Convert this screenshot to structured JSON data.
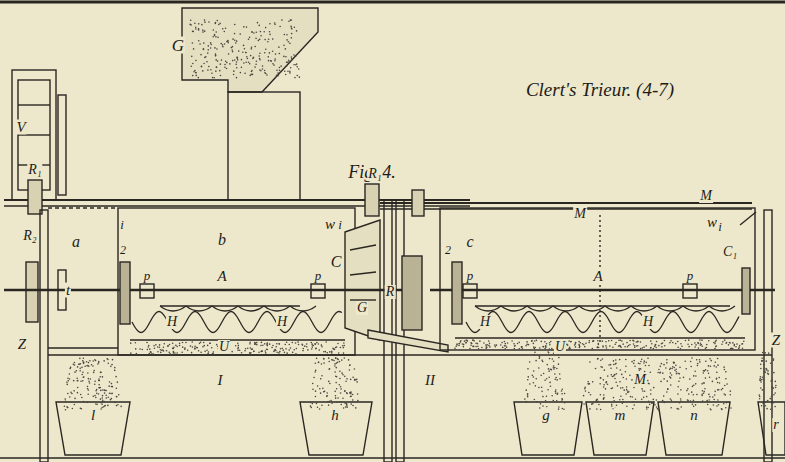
{
  "diagram": {
    "title": "Clert's Trieur. (4-7)",
    "labels": [
      "Fig. 4.",
      "G",
      "V",
      "R₁",
      "w",
      "R₁",
      "w",
      "M",
      "M",
      "R₂",
      "a",
      "i",
      "b",
      "i",
      "C",
      "G",
      "t",
      "2",
      "p",
      "A",
      "p",
      "H",
      "H",
      "U",
      "Z",
      "I",
      "l",
      "h",
      "c",
      "i",
      "C₁",
      "R",
      "2",
      "p",
      "A",
      "p",
      "H",
      "H",
      "U",
      "Z",
      "II",
      "M",
      "g",
      "m",
      "n",
      "r"
    ]
  }
}
